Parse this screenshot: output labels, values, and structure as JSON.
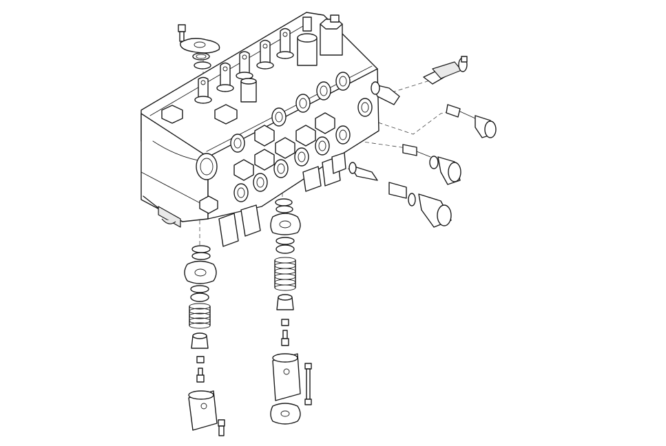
{
  "diagram": {
    "background": "#ffffff",
    "line_color": "#1a1a1a",
    "icons": [
      "valve-block",
      "relief-valve-cartridge",
      "plug-fitting",
      "spool-end-cap-assembly",
      "spring",
      "bolt",
      "flange-gasket",
      "o-ring"
    ]
  }
}
